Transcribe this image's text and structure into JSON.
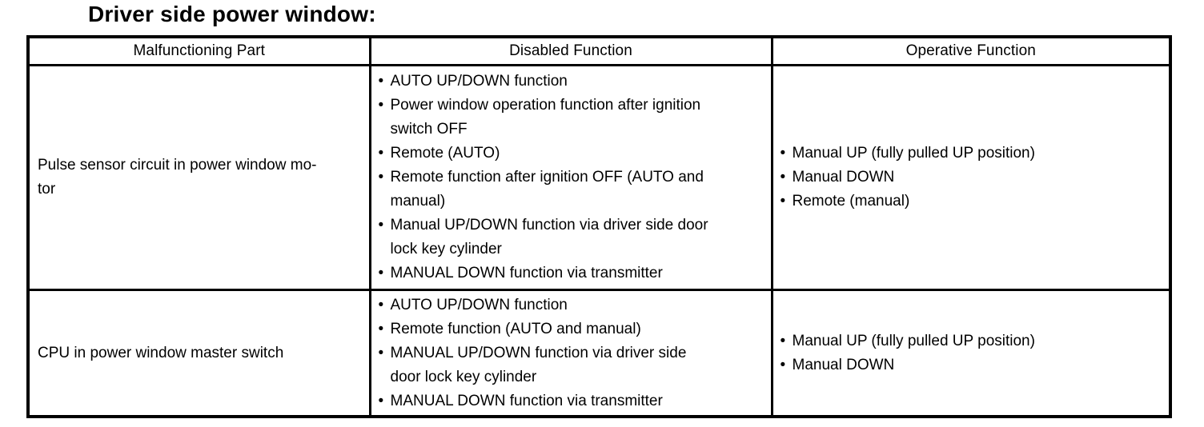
{
  "page": {
    "title": "Driver side power window:"
  },
  "table": {
    "headers": [
      "Malfunctioning Part",
      "Disabled Function",
      "Operative Function"
    ],
    "rows": [
      {
        "part": "Pulse sensor circuit in power window mo-\ntor",
        "disabled": [
          "AUTO UP/DOWN function",
          "Power window operation function after ignition\nswitch OFF",
          "Remote (AUTO)",
          "Remote function after ignition OFF (AUTO and\nmanual)",
          "Manual UP/DOWN function via driver side door\nlock key cylinder",
          "MANUAL DOWN function via transmitter"
        ],
        "operative": [
          "Manual UP (fully pulled UP position)",
          "Manual DOWN",
          "Remote (manual)"
        ]
      },
      {
        "part": "CPU in power window master switch",
        "disabled": [
          "AUTO UP/DOWN function",
          "Remote function (AUTO and manual)",
          "MANUAL UP/DOWN function via driver side\ndoor lock key cylinder",
          "MANUAL DOWN function via transmitter"
        ],
        "operative": [
          "Manual UP (fully pulled UP position)",
          "Manual DOWN"
        ]
      }
    ]
  }
}
